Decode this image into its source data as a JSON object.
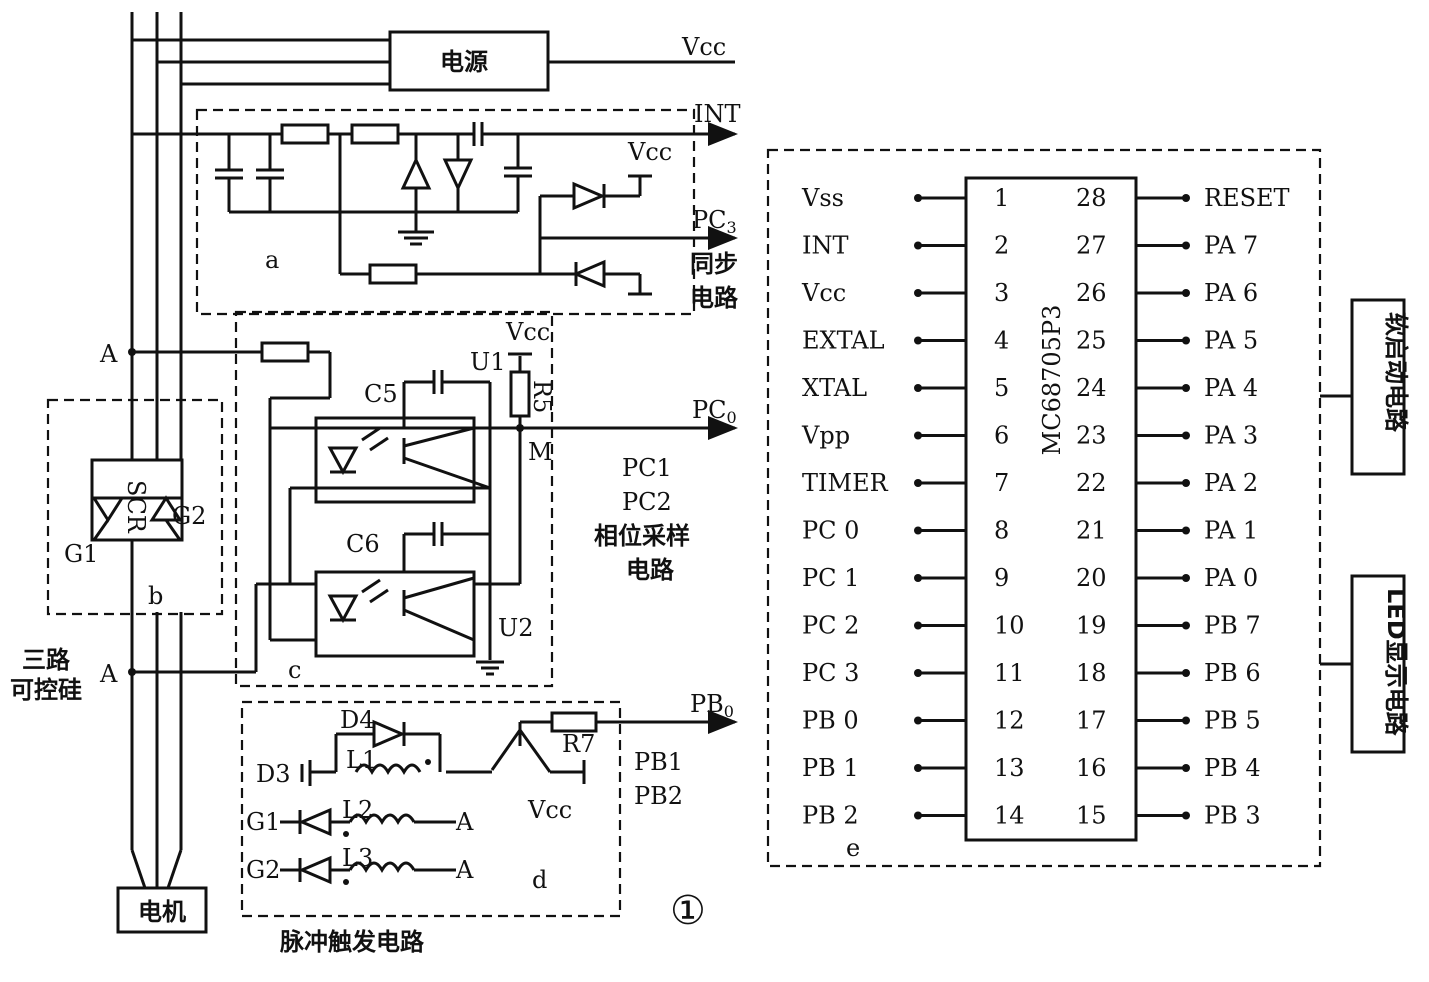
{
  "blocks": {
    "power": "电源",
    "motor": "电机",
    "a": "a",
    "b": "b",
    "c": "c",
    "d": "d",
    "e": "e",
    "sync_line1": "同步",
    "sync_line2": "电路",
    "phase_sample_line1": "相位采样",
    "phase_sample_line2": "电路",
    "scr_line1": "三路",
    "scr_line2": "可控硅",
    "pulse_trigger": "脉冲触发电路",
    "soft_start": "软启动电路",
    "led_display": "LED显示电路",
    "figure_number": "①"
  },
  "labels": {
    "vcc_top": "Vcc",
    "int": "INT",
    "vcc_a": "Vcc",
    "pc3": "PC",
    "pc3_sub": "3",
    "a_upper": "A",
    "a_lower": "A",
    "vcc_c": "Vcc",
    "u1": "U1",
    "r5": "R5",
    "c5": "C5",
    "c6": "C6",
    "pc0": "PC",
    "pc0_sub": "0",
    "m": "M",
    "pc1": "PC1",
    "pc2": "PC2",
    "u2": "U2",
    "scr": "SCR",
    "g1": "G1",
    "g2": "G2",
    "pb0": "PB",
    "pb0_sub": "0",
    "d4": "D4",
    "l1": "L1",
    "r7": "R7",
    "d3": "D3",
    "pb1": "PB1",
    "pb2": "PB2",
    "vcc_d": "Vcc",
    "g1_d": "G1",
    "l2": "L2",
    "a_l2": "A",
    "g2_d": "G2",
    "l3": "L3",
    "a_l3": "A"
  },
  "chip": {
    "name": "MC68705P3",
    "left_pins": [
      {
        "num": "1",
        "name": "Vss"
      },
      {
        "num": "2",
        "name": "INT"
      },
      {
        "num": "3",
        "name": "Vcc"
      },
      {
        "num": "4",
        "name": "EXTAL"
      },
      {
        "num": "5",
        "name": "XTAL"
      },
      {
        "num": "6",
        "name": "Vpp"
      },
      {
        "num": "7",
        "name": "TIMER"
      },
      {
        "num": "8",
        "name": "PC 0"
      },
      {
        "num": "9",
        "name": "PC 1"
      },
      {
        "num": "10",
        "name": "PC 2"
      },
      {
        "num": "11",
        "name": "PC 3"
      },
      {
        "num": "12",
        "name": "PB 0"
      },
      {
        "num": "13",
        "name": "PB 1"
      },
      {
        "num": "14",
        "name": "PB 2"
      }
    ],
    "right_pins": [
      {
        "num": "28",
        "name": "RESET"
      },
      {
        "num": "27",
        "name": "PA 7"
      },
      {
        "num": "26",
        "name": "PA 6"
      },
      {
        "num": "25",
        "name": "PA 5"
      },
      {
        "num": "24",
        "name": "PA 4"
      },
      {
        "num": "23",
        "name": "PA 3"
      },
      {
        "num": "22",
        "name": "PA 2"
      },
      {
        "num": "21",
        "name": "PA 1"
      },
      {
        "num": "20",
        "name": "PA 0"
      },
      {
        "num": "19",
        "name": "PB 7"
      },
      {
        "num": "18",
        "name": "PB 6"
      },
      {
        "num": "17",
        "name": "PB 5"
      },
      {
        "num": "16",
        "name": "PB 4"
      },
      {
        "num": "15",
        "name": "PB 3"
      }
    ]
  }
}
